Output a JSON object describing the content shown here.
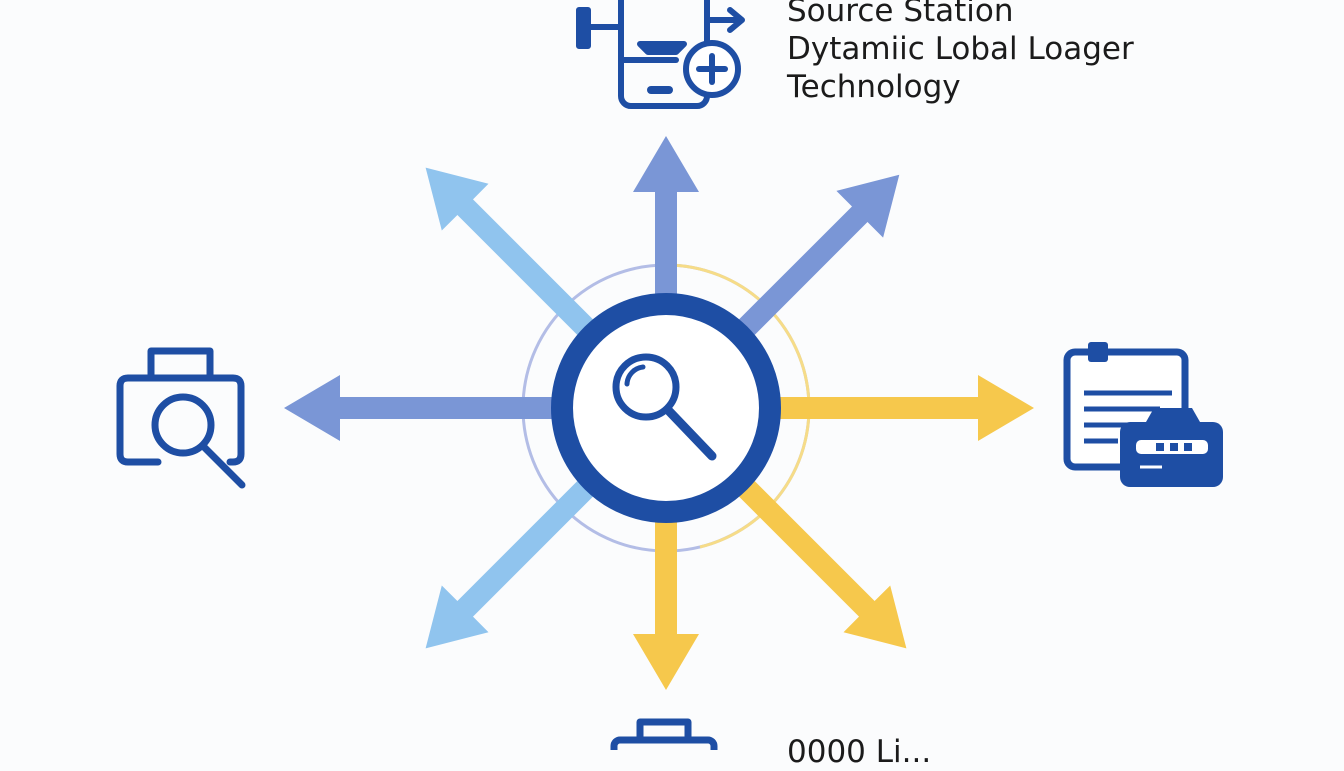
{
  "labels": {
    "top_line1": "Source Station",
    "top_line2": "Dytamiic Lobal Loager",
    "top_line3": "Technology",
    "bottom_partial": "0000 Li..."
  },
  "colors": {
    "dark_blue": "#1e4ea4",
    "mid_blue": "#7a96d6",
    "light_blue": "#90c4ee",
    "yellow": "#f6c84c",
    "light_yellow": "#f6dc88",
    "ring_lavender": "#b3bde6"
  },
  "icons": {
    "center": "magnifier-icon",
    "top": "mobile-device-plus-icon",
    "left": "briefcase-search-icon",
    "right": "document-car-icon",
    "bottom": "briefcase-icon"
  },
  "arrows": [
    {
      "direction": "up",
      "color": "mid_blue"
    },
    {
      "direction": "up-right",
      "color": "mid_blue"
    },
    {
      "direction": "right",
      "color": "yellow"
    },
    {
      "direction": "down-right",
      "color": "yellow"
    },
    {
      "direction": "down",
      "color": "yellow"
    },
    {
      "direction": "down-left",
      "color": "light_blue"
    },
    {
      "direction": "left",
      "color": "mid_blue"
    },
    {
      "direction": "up-left",
      "color": "light_blue"
    }
  ]
}
